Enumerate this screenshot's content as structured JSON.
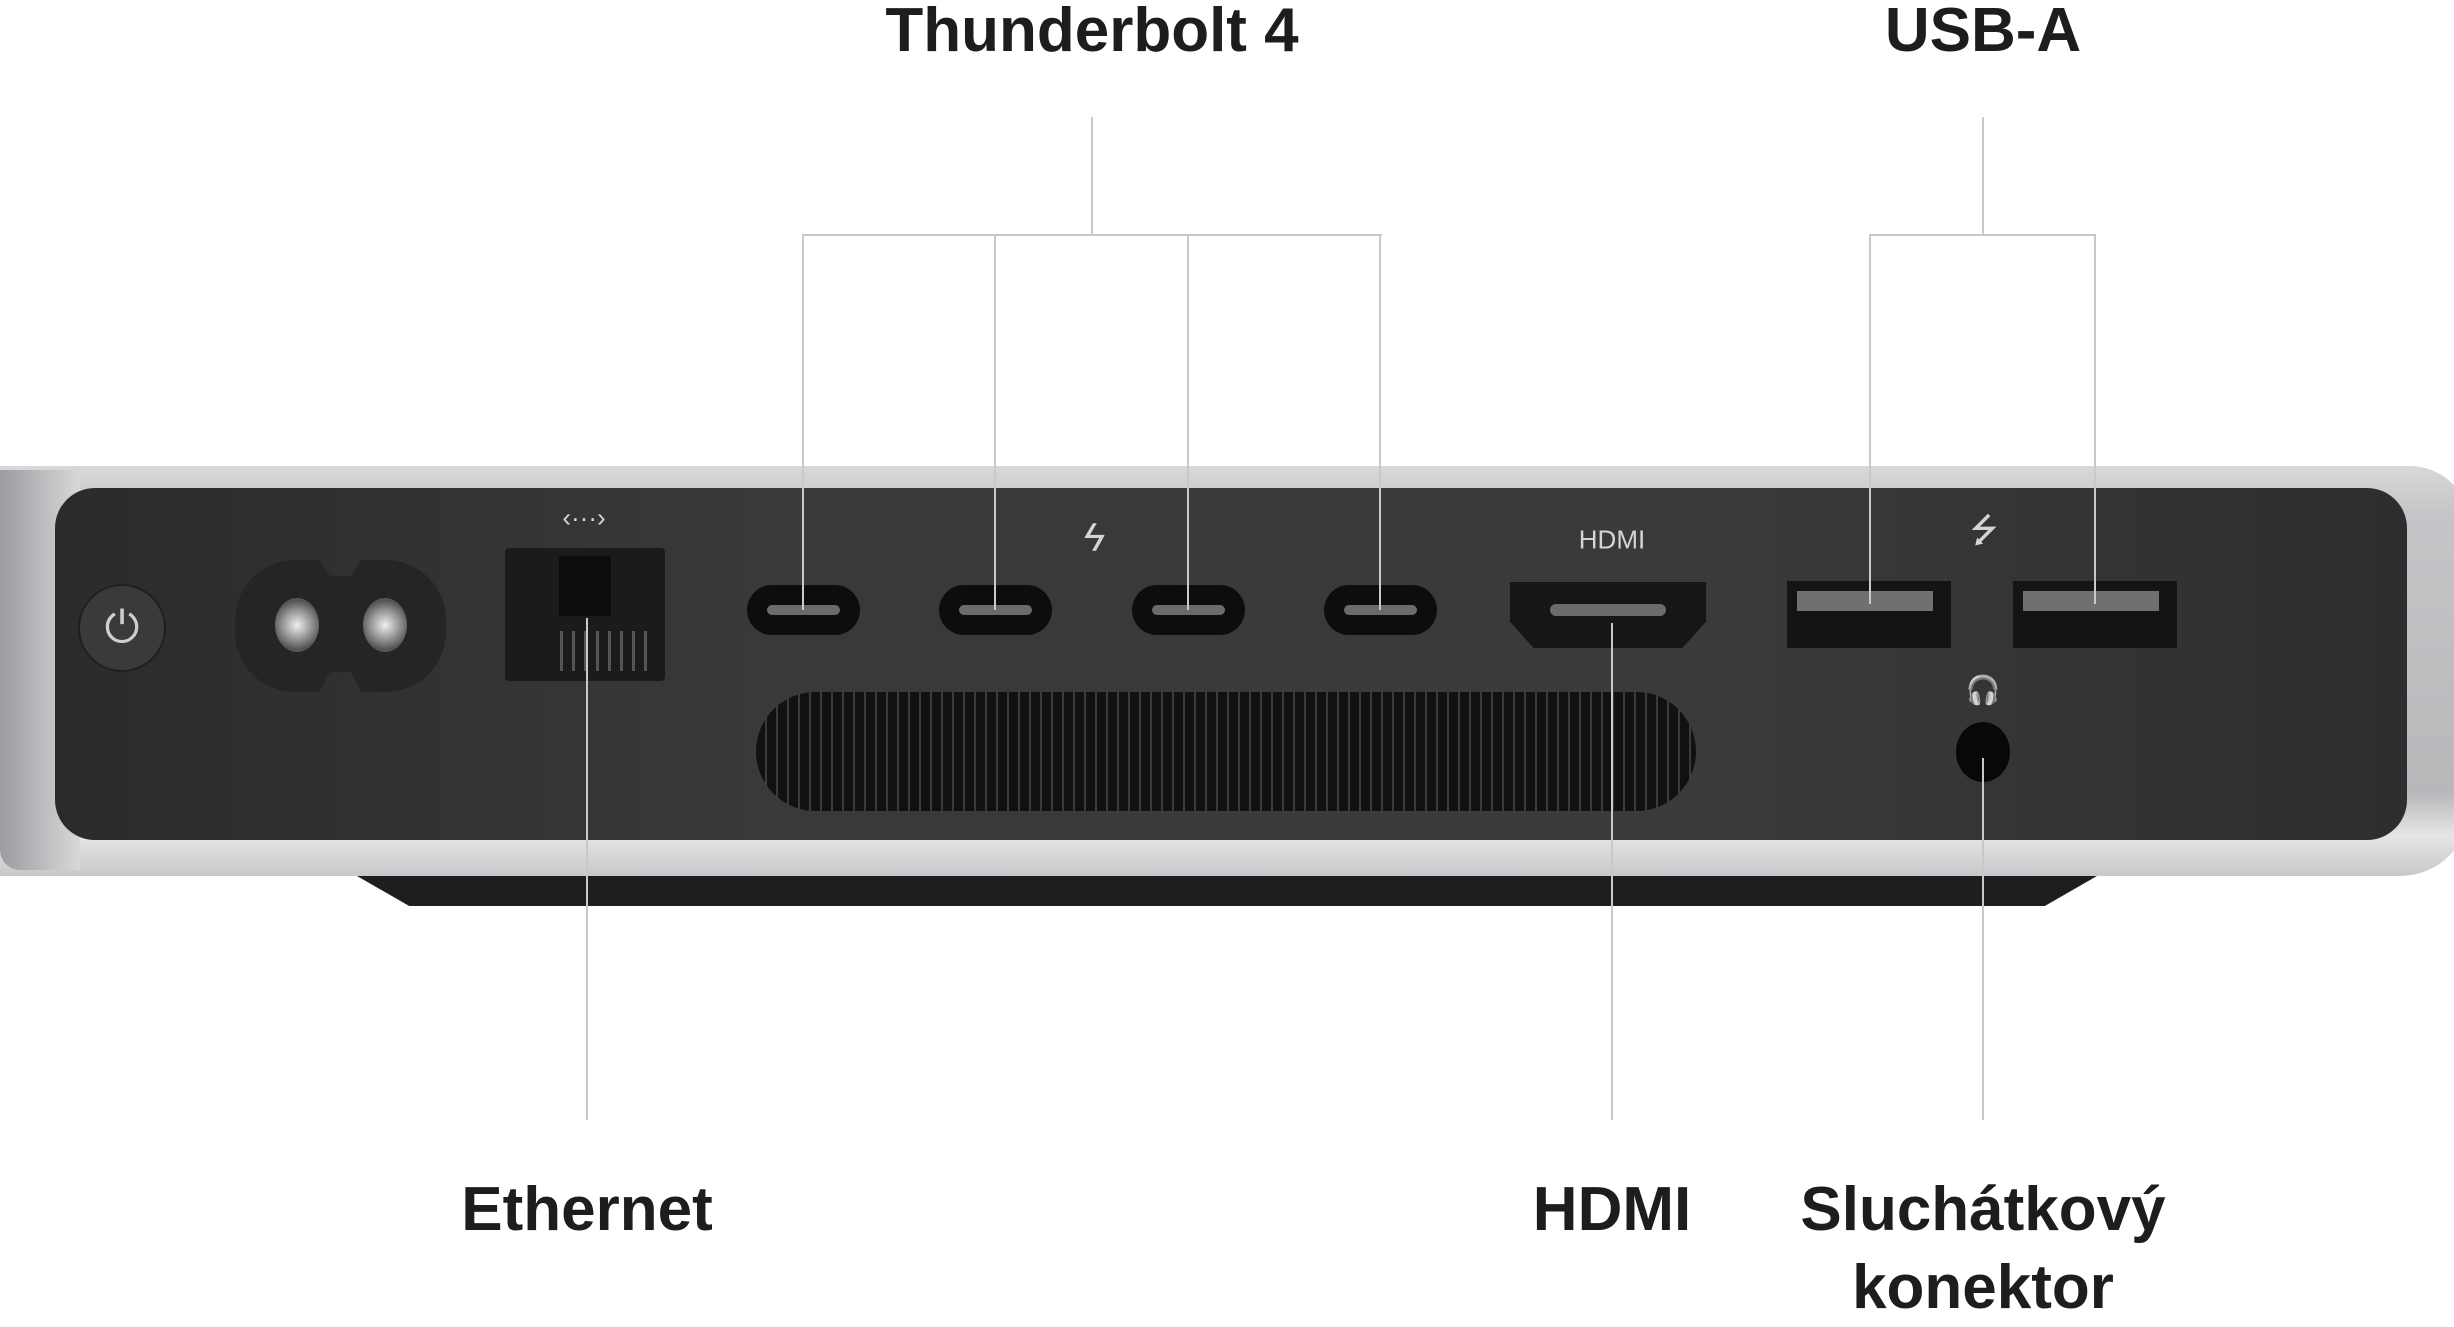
{
  "labels": {
    "thunderbolt": "Thunderbolt 4",
    "usb_a": "USB-A",
    "ethernet": "Ethernet",
    "hdmi": "HDMI",
    "headphone_line1": "Sluchátkový",
    "headphone_line2": "konektor"
  },
  "device": {
    "hdmi_print": "HDMI",
    "icons": {
      "power": "⏻",
      "ethernet": "‹···›",
      "thunderbolt": "ϟ",
      "usb": "⭍",
      "headphones": "🎧"
    }
  }
}
